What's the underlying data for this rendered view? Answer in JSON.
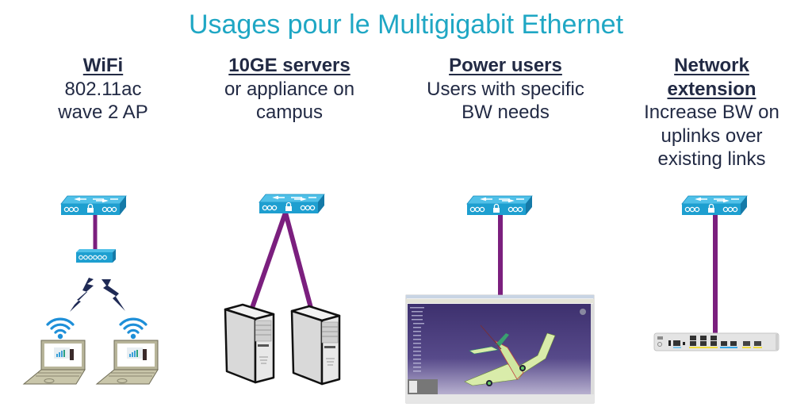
{
  "title": "Usages pour le Multigigabit Ethernet",
  "columns": [
    {
      "heading": "WiFi",
      "lines": [
        "802.11ac",
        "wave 2 AP"
      ],
      "visual": "switch-to-access-point-wireless-laptops"
    },
    {
      "heading": "10GE servers",
      "lines": [
        "or appliance on",
        "campus"
      ],
      "visual": "switch-to-two-tower-servers"
    },
    {
      "heading": "Power users",
      "lines": [
        "Users with specific",
        "BW needs"
      ],
      "visual": "switch-to-cad-workstation-screen"
    },
    {
      "heading_lines": [
        "Network",
        "extension"
      ],
      "lines": [
        "Increase BW on",
        "uplinks over",
        "existing links"
      ],
      "visual": "switch-to-compact-switch"
    }
  ],
  "colors": {
    "title": "#1fa7c4",
    "text": "#222a44",
    "link": "#7b1f7e",
    "switch_top": "#4fc0e8",
    "switch_front": "#1e9fd0",
    "switch_side": "#157aa8",
    "bolt": "#1f2a55",
    "wifi": "#1e8fd8",
    "cad_bg": "#4a3d7c",
    "airplane": "#d9ecaa"
  }
}
